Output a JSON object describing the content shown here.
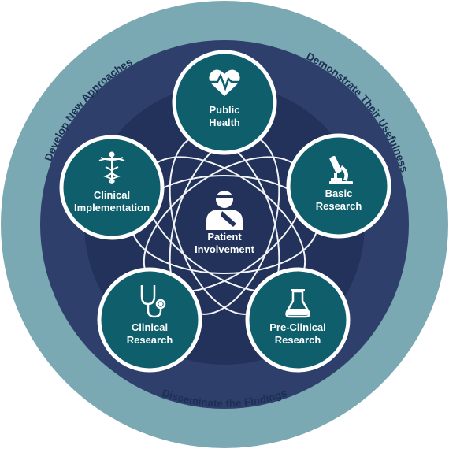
{
  "outer_ring": {
    "top_left": "Develop New Approaches",
    "top_right": "Demonstrate Their Usefulness",
    "bottom": "Disseminate the Findings"
  },
  "center": {
    "line1": "Patient",
    "line2": "Involvement",
    "icon": "patient-icon"
  },
  "nodes": [
    {
      "key": "public_health",
      "line1": "Public",
      "line2": "Health",
      "icon": "heart-pulse-icon"
    },
    {
      "key": "basic_research",
      "line1": "Basic",
      "line2": "Research",
      "icon": "microscope-icon"
    },
    {
      "key": "pre_clinical_research",
      "line1": "Pre-Clinical",
      "line2": "Research",
      "icon": "flask-icon"
    },
    {
      "key": "clinical_research",
      "line1": "Clinical",
      "line2": "Research",
      "icon": "stethoscope-icon"
    },
    {
      "key": "clinical_implementation",
      "line1": "Clinical",
      "line2": "Implementation",
      "icon": "caduceus-icon"
    }
  ],
  "colors": {
    "outer_ring": "#7aa9b4",
    "outer_band": "#2e3f6b",
    "inner_disk": "#22325b",
    "node_fill": "#0f5e6b",
    "node_stroke": "#ffffff",
    "text": "#ffffff",
    "ring_text": "#1e2f55"
  }
}
